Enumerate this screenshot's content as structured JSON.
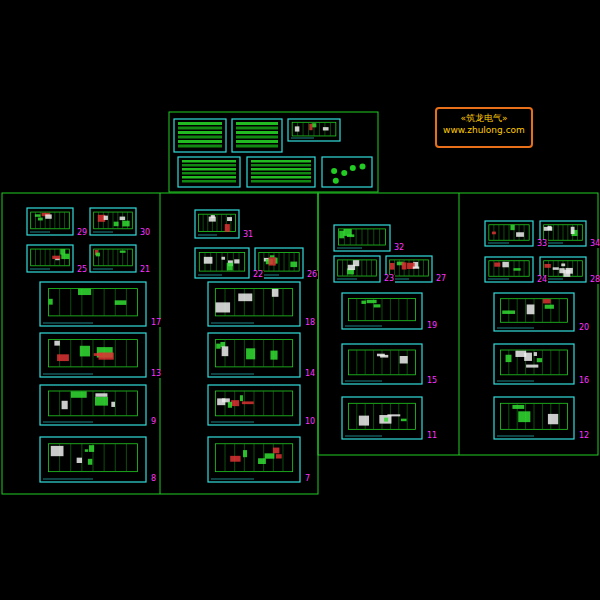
{
  "diagram": {
    "nodes": [
      {
        "text": [
          "«筑龙电气»",
          "www.zhulong.com"
        ]
      }
    ],
    "labels": [
      "29",
      "30",
      "25",
      "21",
      "17",
      "13",
      "9",
      "8",
      "31",
      "22",
      "26",
      "18",
      "14",
      "10",
      "7",
      "32",
      "23",
      "27",
      "19",
      "15",
      "11",
      "33",
      "34",
      "24",
      "28",
      "20",
      "16",
      "12"
    ]
  }
}
